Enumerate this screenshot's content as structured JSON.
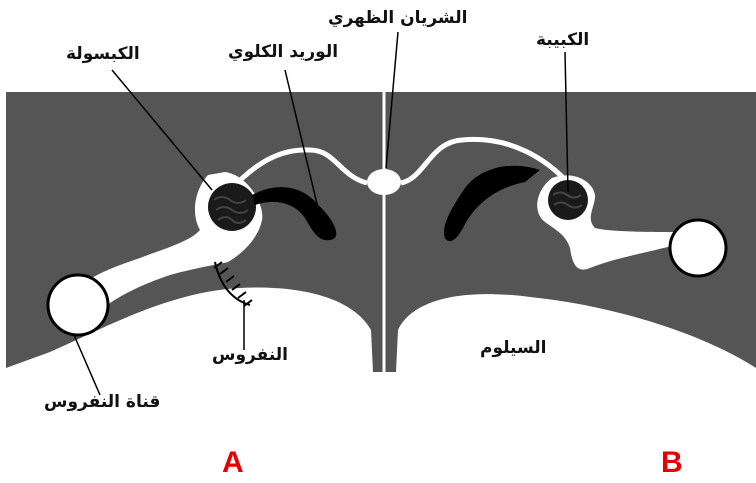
{
  "labels": {
    "capsule": "الكبسولة",
    "renal_vein": "الوريد الكلوي",
    "dorsal_artery": "الشريان الظهري",
    "glomerulus": "الكبيبة",
    "nephrostome": "النفروس",
    "coelom": "السيلوم",
    "nephric_duct": "قناة النفروس"
  },
  "panels": {
    "left": "A",
    "right": "B"
  },
  "colors": {
    "tissue": "#555555",
    "outline": "#000000",
    "label": "#111111",
    "panel_letter": "#e60000"
  }
}
